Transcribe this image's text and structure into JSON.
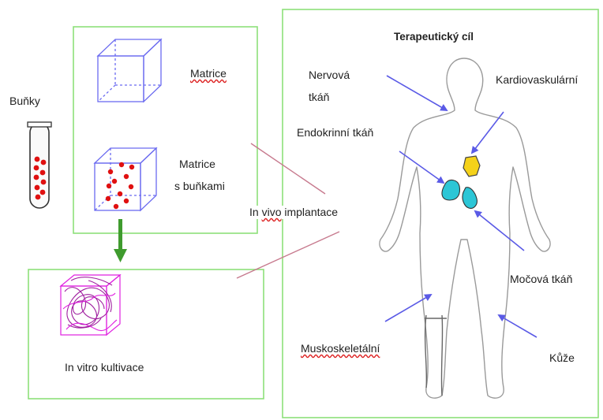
{
  "labels": {
    "cells": "Buňky",
    "matrix": "Matrice",
    "matrix_cells_l1": "Matrice",
    "matrix_cells_l2": "s buňkami",
    "in_vivo": "In vivo implantace",
    "in_vitro": "In vitro kultivace",
    "target_title": "Terapeutický cíl",
    "nervous_l1": "Nervová",
    "nervous_l2": "tkáň",
    "cardio": "Kardiovaskulární",
    "endocrine": "Endokrinní tkáň",
    "urinary": "Močová tkáň",
    "musculo": "Muskoskeletální",
    "skin": "Kůže"
  },
  "colors": {
    "frame_green": "#8ee07a",
    "arrow_green": "#3f9b2e",
    "cube_blue": "#6b6bf0",
    "cell_red": "#e01010",
    "scaffold_magenta": "#e020e0",
    "pointer_blue": "#5a5ae6",
    "link_pink": "#c77a8e",
    "heart_yellow": "#f5d21a",
    "organ_cyan": "#2cc6d6"
  }
}
